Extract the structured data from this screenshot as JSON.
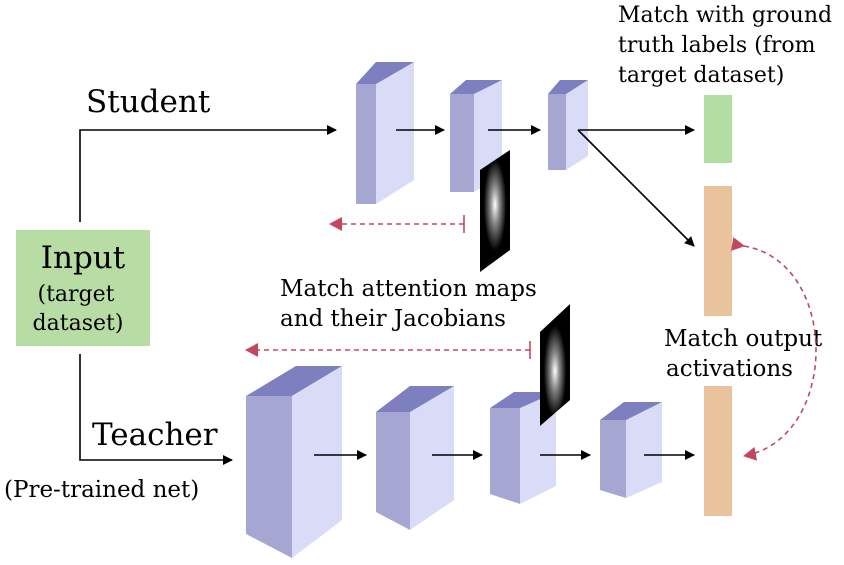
{
  "input_box": {
    "title": "Input",
    "sub1": "(target",
    "sub2": "dataset)"
  },
  "student": {
    "label": "Student"
  },
  "teacher": {
    "label": "Teacher",
    "sublabel": "(Pre-trained net)"
  },
  "ground_truth_note": {
    "line1": "Match with ground",
    "line2": "truth labels (from",
    "line3": "target dataset)"
  },
  "attention_note": {
    "line1": "Match attention maps",
    "line2": "and their Jacobians"
  },
  "output_note": {
    "line1": "Match output",
    "line2": "activations"
  },
  "colors": {
    "block_front": "#d9dbf7",
    "block_side": "#a5a6d2",
    "block_top": "#7d7fbe",
    "input_fill": "#b7dca4",
    "gt_fill": "#b2dda2",
    "output_fill": "#e8c39c",
    "dashed": "#c1495e"
  }
}
